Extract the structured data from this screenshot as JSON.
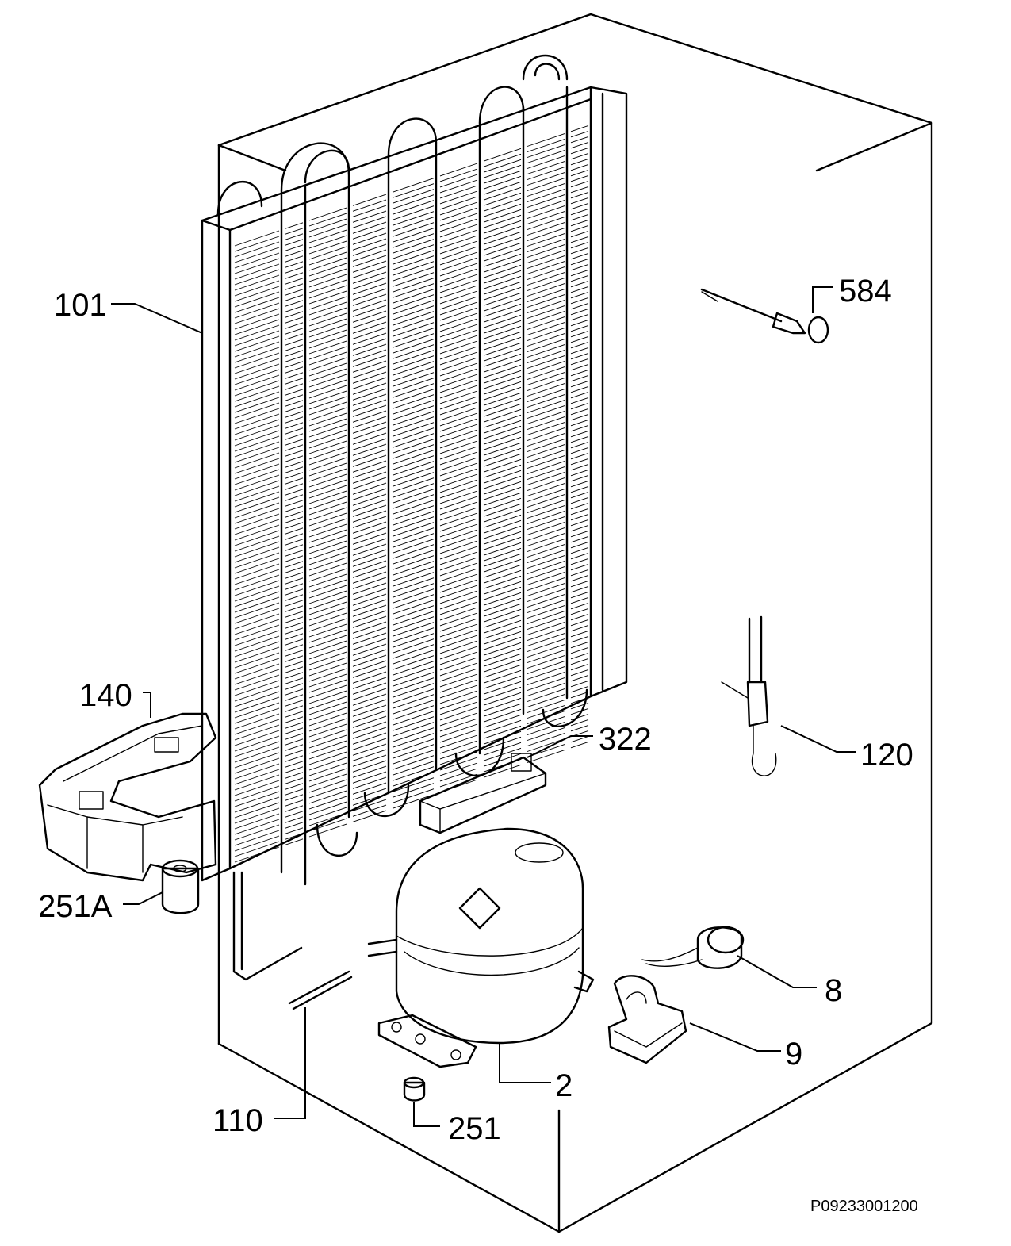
{
  "drawing_ref": "P09233001200",
  "callouts": [
    {
      "id": "101",
      "text": "101"
    },
    {
      "id": "584",
      "text": "584"
    },
    {
      "id": "140",
      "text": "140"
    },
    {
      "id": "322",
      "text": "322"
    },
    {
      "id": "120",
      "text": "120"
    },
    {
      "id": "251A",
      "text": "251A"
    },
    {
      "id": "8",
      "text": "8"
    },
    {
      "id": "9",
      "text": "9"
    },
    {
      "id": "2",
      "text": "2"
    },
    {
      "id": "110",
      "text": "110"
    },
    {
      "id": "251",
      "text": "251"
    }
  ]
}
